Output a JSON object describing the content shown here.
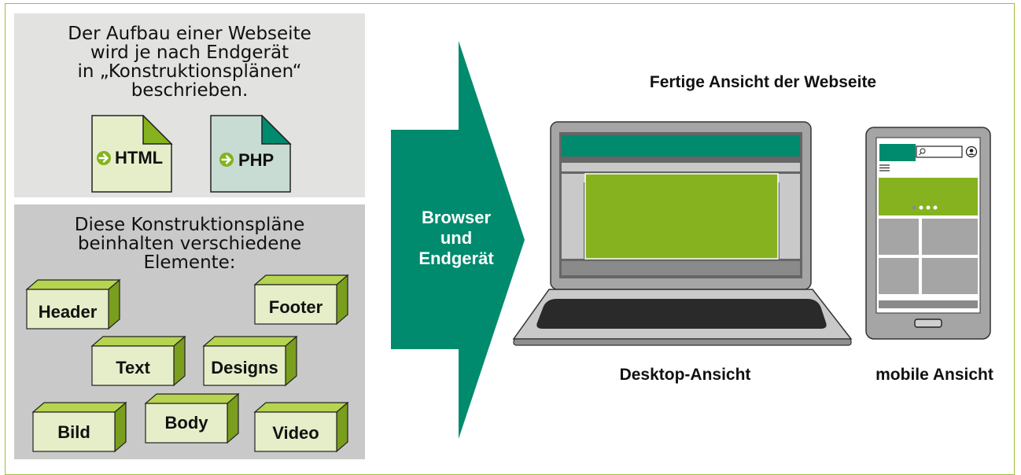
{
  "colors": {
    "teal": "#008a6e",
    "lime": "#85b21e",
    "lime_light": "#b6d44f",
    "html_file_bg": "#e5eec9",
    "php_file_bg": "#c8dcd4",
    "panel_light": "#e2e3e1",
    "panel_dark": "#c8c9c8",
    "frame_border": "#9fc03a"
  },
  "left_top": {
    "lines": [
      "Der Aufbau einer Webseite",
      "wird je nach Endgerät",
      "in „Konstruktionsplänen“",
      "beschrieben."
    ],
    "files": [
      {
        "icon": "arrow-circle-right-icon",
        "label": "HTML"
      },
      {
        "icon": "arrow-circle-right-icon",
        "label": "PHP"
      }
    ]
  },
  "left_bottom": {
    "lines": [
      "Diese Konstruktionspläne",
      "beinhalten verschiedene",
      "Elemente:"
    ],
    "elements": [
      "Header",
      "Footer",
      "Text",
      "Designs",
      "Bild",
      "Body",
      "Video"
    ]
  },
  "arrow": {
    "lines": [
      "Browser",
      "und",
      "Endgerät"
    ]
  },
  "right": {
    "title": "Fertige Ansicht der Webseite",
    "desktop_caption": "Desktop-Ansicht",
    "mobile_caption": "mobile Ansicht"
  }
}
